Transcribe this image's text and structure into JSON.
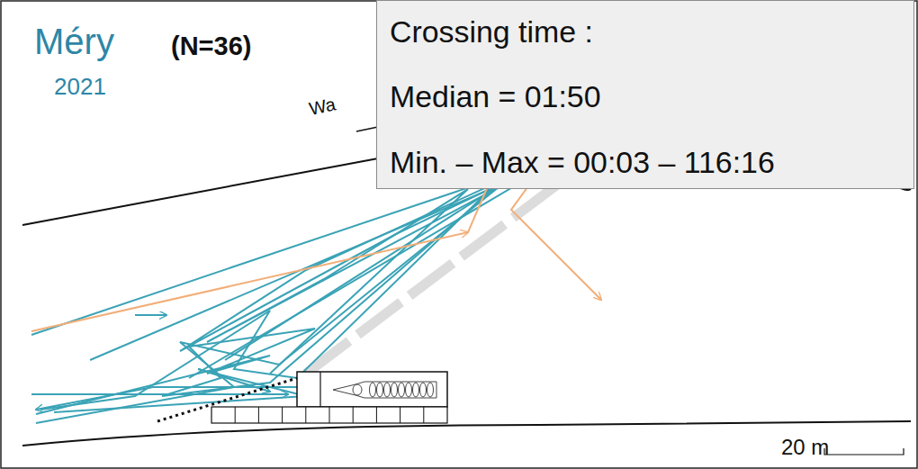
{
  "diagram": {
    "title": "Méry",
    "nodes": [
      {
        "text": [
          "Crossing time :",
          "Median = 01:50",
          "Min. – Max = 00:03 – 116:16"
        ]
      }
    ],
    "labels": [
      "(N=36)",
      "2021",
      "Wa",
      "20 m"
    ]
  }
}
